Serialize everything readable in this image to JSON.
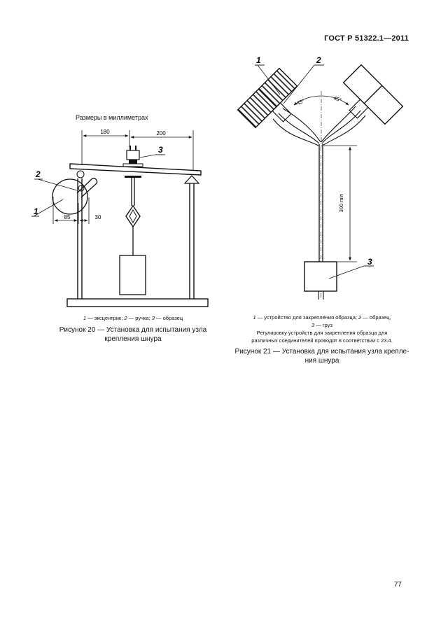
{
  "header": {
    "standard": "ГОСТ Р 51322.1—2011"
  },
  "fig20": {
    "dims_note": "Размеры в миллиметрах",
    "dim_180": "180",
    "dim_200": "200",
    "dim_85": "85",
    "dim_30": "30",
    "label_1": "1",
    "label_2": "2",
    "label_3": "3",
    "legend": {
      "n1": "1",
      "t1": " — эксцентрик; ",
      "n2": "2",
      "t2": " — ручка; ",
      "n3": "3",
      "t3": " — образец"
    },
    "caption_line1": "Рисунок 20 — Установка для испытания узла",
    "caption_line2": "крепления шнура"
  },
  "fig21": {
    "label_1": "1",
    "label_2": "2",
    "label_3": "3",
    "angle_left": "45°",
    "angle_right": "45°",
    "dim_300": "300 min",
    "legend": {
      "n1": "1",
      "t1": " — устройство для закрепления образца; ",
      "n2": "2",
      "t2": " — образец,",
      "n3": "3",
      "t3": " — груз",
      "line3": "Регулировку устройств для закрепления образца для",
      "line4": "различных соединителей проводят в соответствии с 23.4."
    },
    "caption_line1": "Рисунок 21 — Установка для испытания узла крепле-",
    "caption_line2": "ния шнура"
  },
  "page_number": "77"
}
